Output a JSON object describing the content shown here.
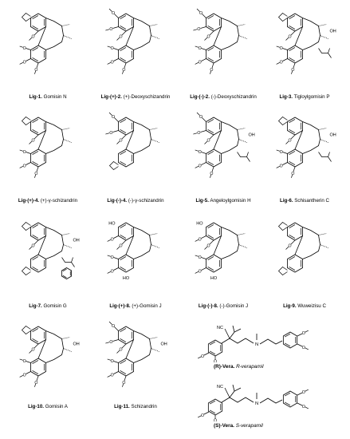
{
  "compounds": [
    {
      "code": "Lig-1.",
      "name": "Gomisin N",
      "sub": "mdo-top"
    },
    {
      "code": "Lig-(+)-2.",
      "name": "(+)-Deoxyschizandrin",
      "sub": "ome-top"
    },
    {
      "code": "Lig-(-)-2.",
      "name": "(-)-Deoxyschizandrin",
      "sub": "ome-top"
    },
    {
      "code": "Lig-3.",
      "name": "Tigloylgomisin P",
      "sub": "ester"
    },
    {
      "code": "Lig-(+)-4.",
      "name": "(+)-γ-schizandrin",
      "sub": "mdo-top"
    },
    {
      "code": "Lig-(-)-4.",
      "name": "(-)-γ-schizandrin",
      "sub": "mdo-bottom"
    },
    {
      "code": "Lig-5.",
      "name": "Angeloylgomisin H",
      "sub": "ester-oh"
    },
    {
      "code": "Lig-6.",
      "name": "Schisantherin C",
      "sub": "ester"
    },
    {
      "code": "Lig-7.",
      "name": "Gomisin G",
      "sub": "benzoyl"
    },
    {
      "code": "Lig-(+)-8.",
      "name": "(+)-Gomisin J",
      "sub": "ho"
    },
    {
      "code": "Lig-(-)-8.",
      "name": "(-)-Gomisin J",
      "sub": "ho"
    },
    {
      "code": "Lig-9.",
      "name": "Wuweizisu C",
      "sub": "bis-mdo"
    },
    {
      "code": "Lig-10.",
      "name": "Gomisin A",
      "sub": "oh"
    },
    {
      "code": "Lig-11.",
      "name": "Schizandrin",
      "sub": "oh-ome"
    }
  ],
  "labels": {
    "oh": "OH",
    "ho": "HO",
    "n": "N",
    "nc": "NC",
    "o": "O"
  },
  "vera": [
    {
      "code": "(R)-Vera.",
      "name": "R-verapamil"
    },
    {
      "code": "(S)-Vera.",
      "name": "S-verapamil"
    }
  ]
}
